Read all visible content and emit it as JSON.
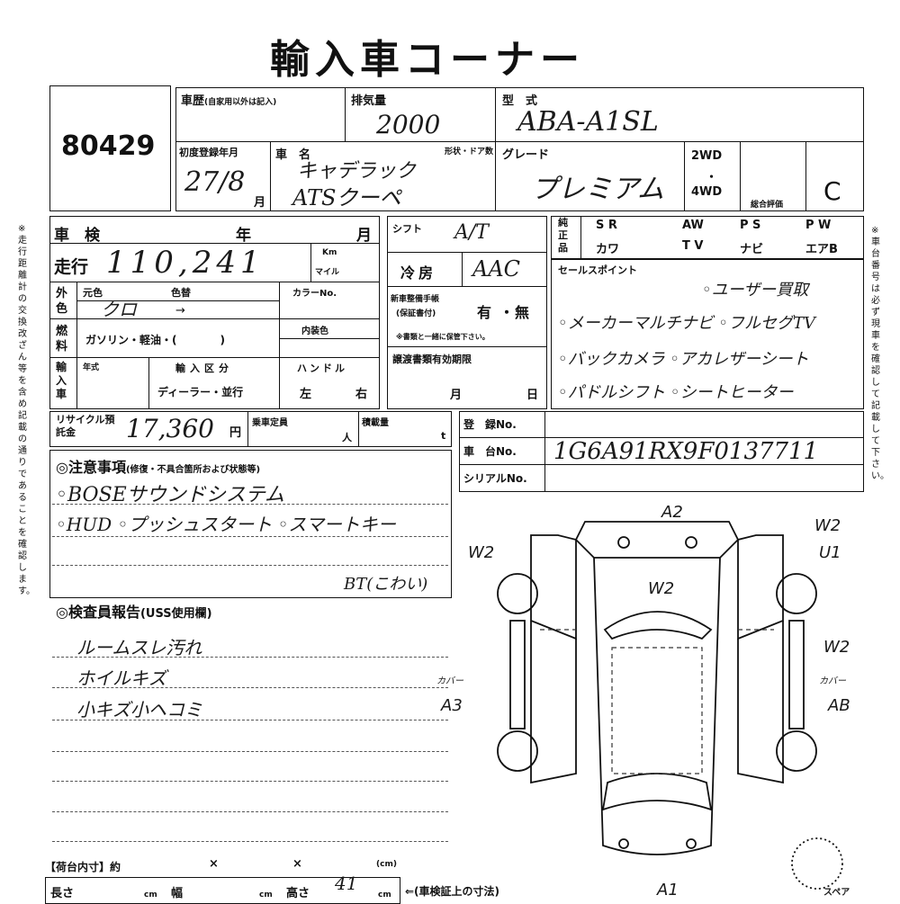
{
  "title": "輸入車コーナー",
  "lot_number": "80429",
  "history": {
    "label": "車歴",
    "note": "(自家用以外は記入)"
  },
  "displacement": {
    "label": "排気量",
    "value": "2000"
  },
  "model_code": {
    "label": "型　式",
    "value": "ABA-A1SL"
  },
  "first_registration": {
    "label": "初度登録年月",
    "value": "27/8",
    "unit": "月"
  },
  "car_name": {
    "label": "車　名",
    "line1": "キャデラック",
    "line2": "ATSクーペ"
  },
  "body_doors": {
    "label": "形状・ドア数"
  },
  "grade": {
    "label": "グレード",
    "value": "プレミアム"
  },
  "drive": {
    "two": "2WD",
    "dot": "・",
    "four": "4WD"
  },
  "evaluation": {
    "label": "総合評価",
    "score": "C"
  },
  "inspection": {
    "label": "車　検",
    "year": "年",
    "month": "月"
  },
  "mileage": {
    "label": "走行",
    "value": "110,241",
    "unit_km": "Km",
    "unit_mile": "マイル"
  },
  "exterior": {
    "label": "外色",
    "original_label": "元色",
    "changed_label": "色替",
    "color_no_label": "カラーNo.",
    "value": "クロ",
    "arrow": "→"
  },
  "fuel": {
    "label": "燃料",
    "options": "ガソリン・軽油・(　　　　)",
    "interior_label": "内装色"
  },
  "import": {
    "label": "輸入車",
    "year_label": "年式",
    "type_label": "輸入区分",
    "dealer_parallel": "ディーラー・並行",
    "handle_label": "ハンドル",
    "handle_value": "左",
    "handle_right": "右"
  },
  "shift": {
    "label": "シフト",
    "value": "A/T"
  },
  "aircon": {
    "label": "冷房",
    "value": "AAC"
  },
  "manual": {
    "label": "新車整備手帳",
    "sub": "(保証書付)",
    "yes": "有",
    "sep": "・",
    "no": "無",
    "note": "※書類と一緒に保管下さい。"
  },
  "transfer": {
    "label": "譲渡書類有効期限",
    "month": "月",
    "day": "日"
  },
  "equipment": {
    "label": "純正品",
    "items": [
      [
        "S R",
        "AW"
      ],
      [
        "P S",
        "P W"
      ],
      [
        "カワ",
        "T V"
      ],
      [
        "ナビ",
        "エアB"
      ]
    ]
  },
  "sales_points": {
    "label": "セールスポイント",
    "lines": [
      "◦ユーザー買取",
      "◦メーカーマルチナビ ◦フルセグTV",
      "◦バックカメラ ◦アカレザーシート",
      "◦パドルシフト ◦シートヒーター"
    ]
  },
  "recycle": {
    "label": "リサイクル預託金",
    "value": "17,360",
    "unit": "円"
  },
  "capacity": {
    "label": "乗車定員",
    "unit": "人"
  },
  "load": {
    "label": "積載量",
    "unit": "t"
  },
  "registration": {
    "label": "登　録No.",
    "chassis_label": "車　台No.",
    "serial_label": "シリアルNo.",
    "chassis_value": "1G6A91RX9F0137711"
  },
  "notes": {
    "label": "◎注意事項",
    "sub": "(修復・不具合箇所および状態等)",
    "lines": [
      "◦BOSEサウンドシステム",
      "◦HUD ◦プッシュスタート ◦スマートキー"
    ],
    "extra": "BT(こわい)"
  },
  "inspector": {
    "label": "◎検査員報告",
    "sub": "(USS使用欄)",
    "lines": [
      "ルームスレ汚れ",
      "ホイルキズ",
      "小キズ小ヘコミ"
    ]
  },
  "cargo": {
    "label": "【荷台内寸】約",
    "x": "×",
    "unit": "(cm)"
  },
  "dimensions": {
    "length": "長さ",
    "width": "幅",
    "height": "高さ",
    "cm": "cm",
    "note": "⇐(車検証上の寸法)",
    "height_value": "41"
  },
  "diagram_marks": {
    "a2_top": "A2",
    "w2_roof": "W2",
    "w2_left": "W2",
    "u1_right": "U1",
    "w2_right_top": "W2",
    "w2_right_mid": "W2",
    "cover_left": "カバー",
    "a3": "A3",
    "cover_right": "カバー",
    "ab": "AB",
    "a1": "A1",
    "spare": "スペア"
  },
  "side_text_left": "※走行距離計の交換改ざん等を含め記載の通りであることを確認します。",
  "side_text_right": "※車台番号は必ず現車を確認して記載して下さい。"
}
